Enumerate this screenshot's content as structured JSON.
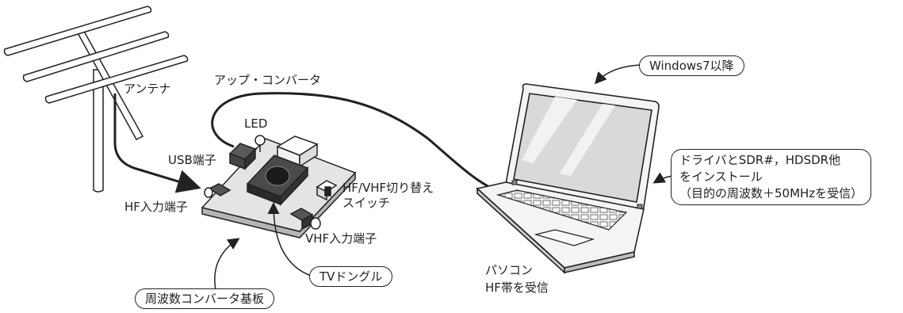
{
  "labels": {
    "antenna": "アンテナ",
    "upconverter": "アップ・コンバータ",
    "led": "LED",
    "usb_port": "USB端子",
    "hf_input": "HF入力端子",
    "vhf_input": "VHF入力端子",
    "hf_vhf_switch": "HF/VHF切り替え\nスイッチ",
    "pc": "パソコン\nHF帯を受信"
  },
  "callouts": {
    "windows": "Windows7以降",
    "software": "ドライバとSDR#，HDSDR他\nをインストール\n（目的の周波数＋50MHzを受信）",
    "tv_dongle": "TVドングル",
    "board": "周波数コンバータ基板"
  },
  "colors": {
    "line": "#222222",
    "screen_glass": "#d9d9d9",
    "board_top": "#e4e4e4",
    "board_side": "#b5b5b5",
    "dongle": "#3a3a3a"
  }
}
